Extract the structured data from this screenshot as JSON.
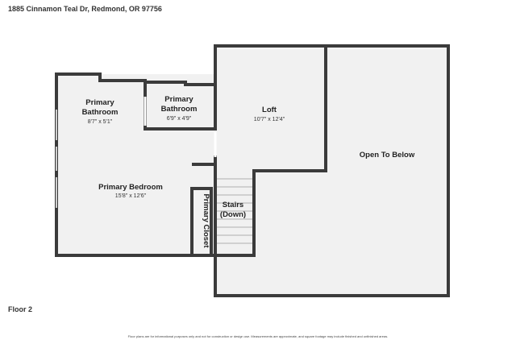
{
  "header": {
    "address": "1885 Cinnamon Teal Dr, Redmond, OR 97756"
  },
  "floor": {
    "label": "Floor 2"
  },
  "rooms": {
    "primary_bathroom_1": {
      "name_line1": "Primary",
      "name_line2": "Bathroom",
      "dims": "8'7\" x 5'1\""
    },
    "primary_bathroom_2": {
      "name_line1": "Primary",
      "name_line2": "Bathroom",
      "dims": "6'9\" x 4'9\""
    },
    "loft": {
      "name": "Loft",
      "dims": "10'7\" x 12'4\""
    },
    "open_to_below": {
      "name": "Open To Below"
    },
    "primary_bedroom": {
      "name": "Primary Bedroom",
      "dims": "15'8\" x 12'6\""
    },
    "stairs": {
      "name_line1": "Stairs",
      "name_line2": "(Down)"
    },
    "primary_closet": {
      "name": "Primary Closet"
    }
  },
  "footer": {
    "disclaimer": "Floor plans are for informational purposes only and not for construction or design use. Measurements are approximate, and square footage may include finished and unfinished areas."
  }
}
